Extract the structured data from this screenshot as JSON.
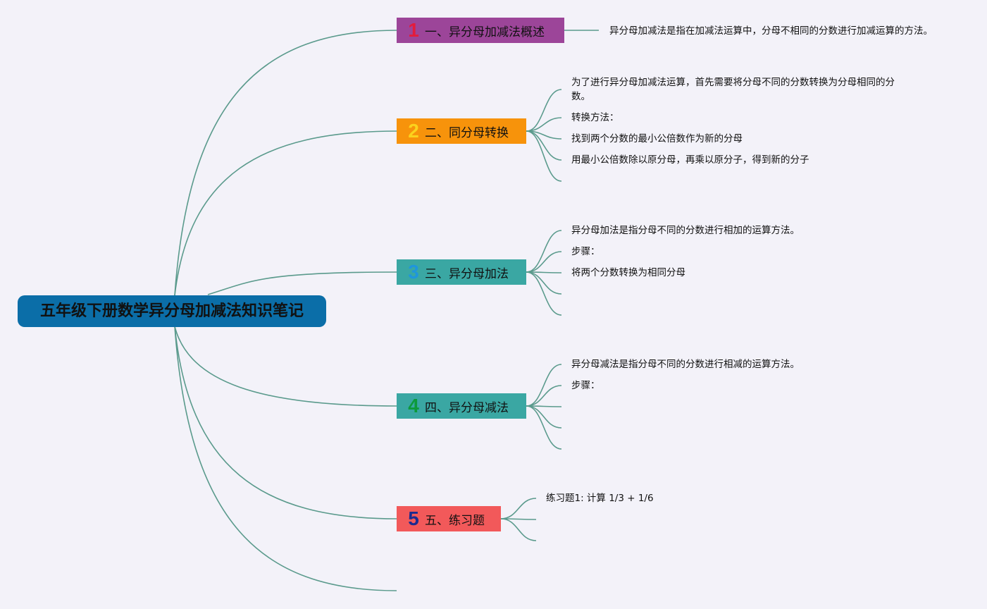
{
  "title": "五年级下册数学异分母加减法知识笔记",
  "topics": [
    {
      "num": "1",
      "label": "一、异分母加减法概述",
      "color": "#9c4599",
      "num_color": "#e31c3d",
      "leaves": [
        "异分母加减法是指在加减法运算中，分母不相同的分数进行加减运算的方法。"
      ]
    },
    {
      "num": "2",
      "label": "二、同分母转换",
      "color": "#f7930b",
      "num_color": "#fbd21d",
      "leaves": [
        "为了进行异分母加减法运算，首先需要将分母不同的分数转换为分母相同的分数。",
        "转换方法：",
        "找到两个分数的最小公倍数作为新的分母",
        "用最小公倍数除以原分母，再乘以原分子，得到新的分子"
      ]
    },
    {
      "num": "3",
      "label": "三、异分母加法",
      "color": "#3aa7a3",
      "num_color": "#1f96dc",
      "leaves": [
        "异分母加法是指分母不同的分数进行相加的运算方法。",
        "步骤：",
        "将两个分数转换为相同分母"
      ]
    },
    {
      "num": "4",
      "label": "四、异分母减法",
      "color": "#3aa7a3",
      "num_color": "#0c9a3b",
      "leaves": [
        "异分母减法是指分母不同的分数进行相减的运算方法。",
        "步骤："
      ]
    },
    {
      "num": "5",
      "label": "五、练习题",
      "color": "#f2595a",
      "num_color": "#1c2a8f",
      "leaves": [
        "练习题1: 计算 1/3 + 1/6"
      ]
    }
  ]
}
